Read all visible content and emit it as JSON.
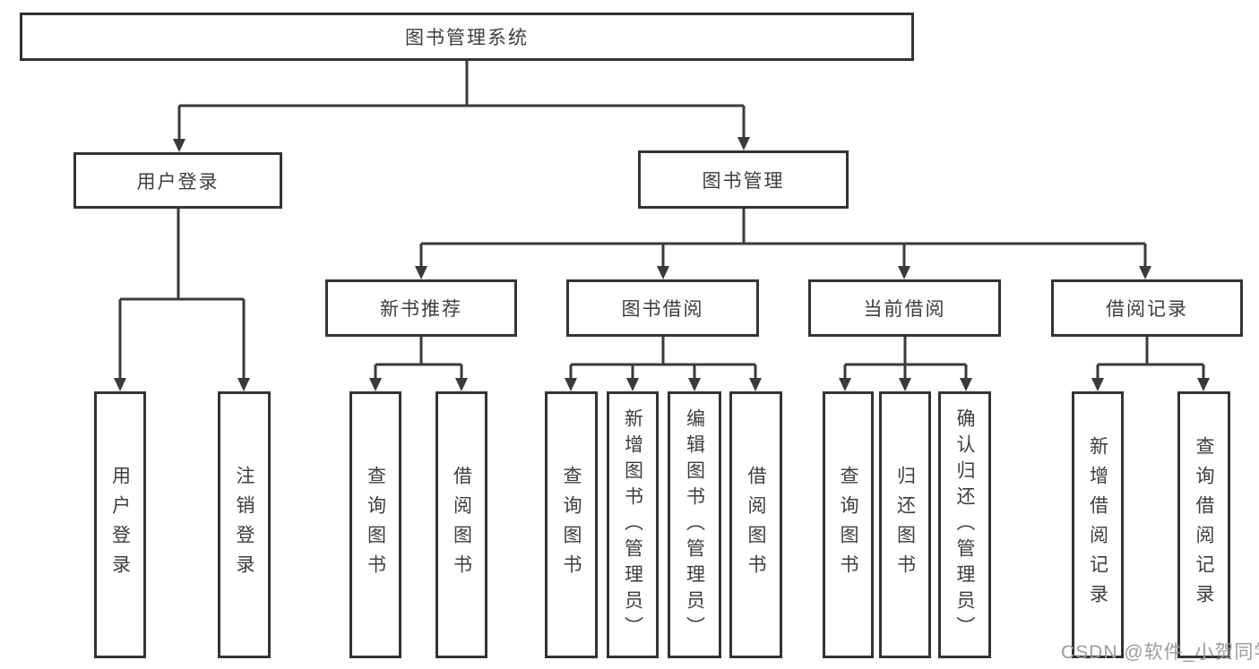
{
  "diagram": {
    "tree": {
      "root": {
        "label": "图书管理系统"
      },
      "branches": [
        {
          "label": "用户登录",
          "children": [
            {
              "label": "用户登录"
            },
            {
              "label": "注销登录"
            }
          ]
        },
        {
          "label": "图书管理",
          "children": [
            {
              "label": "新书推荐",
              "children": [
                {
                  "label": "查询图书"
                },
                {
                  "label": "借阅图书"
                }
              ]
            },
            {
              "label": "图书借阅",
              "children": [
                {
                  "label": "查询图书"
                },
                {
                  "label": "新增图书（管理员）"
                },
                {
                  "label": "编辑图书（管理员）"
                },
                {
                  "label": "借阅图书"
                }
              ]
            },
            {
              "label": "当前借阅",
              "children": [
                {
                  "label": "查询图书"
                },
                {
                  "label": "归还图书"
                },
                {
                  "label": "确认归还（管理员）"
                }
              ]
            },
            {
              "label": "借阅记录",
              "children": [
                {
                  "label": "新增借阅记录"
                },
                {
                  "label": "查询借阅记录"
                }
              ]
            }
          ]
        }
      ]
    },
    "colors": {
      "line": "#3a3a3a",
      "border": "#333333",
      "text": "#3d3d3d",
      "background": "#ffffff",
      "watermark_text": "#9c9c9c"
    }
  },
  "watermark": {
    "text": "CSDN @软件_小贺同学"
  }
}
